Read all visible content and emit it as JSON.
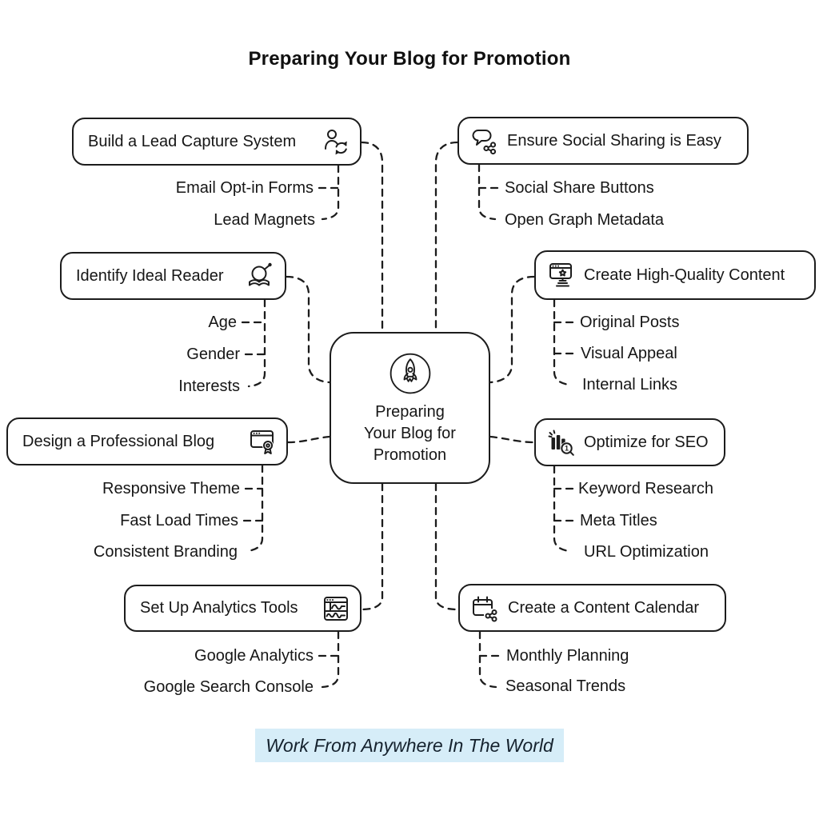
{
  "title": "Preparing Your Blog for Promotion",
  "center": {
    "icon": "rocket-icon",
    "lines": {
      "l1": "Preparing",
      "l2": "Your Blog for",
      "l3": "Promotion"
    }
  },
  "caption": {
    "text": "Work From Anywhere In The World",
    "highlight_color": "#d6edf8"
  },
  "colors": {
    "ink": "#1c1c1c",
    "background": "#ffffff"
  },
  "branches": [
    {
      "id": "lead-capture",
      "label": "Build a Lead Capture System",
      "icon": "user-sync-icon",
      "side": "left",
      "children": [
        "Email Opt-in Forms",
        "Lead Magnets"
      ]
    },
    {
      "id": "social-sharing",
      "label": "Ensure Social Sharing is Easy",
      "icon": "speech-share-icon",
      "side": "right",
      "children": [
        "Social Share Buttons",
        "Open Graph Metadata"
      ]
    },
    {
      "id": "ideal-reader",
      "label": "Identify Ideal Reader",
      "icon": "book-magnifier-icon",
      "side": "left",
      "children": [
        "Age",
        "Gender",
        "Interests"
      ]
    },
    {
      "id": "quality-content",
      "label": "Create High-Quality Content",
      "icon": "content-award-icon",
      "side": "right",
      "children": [
        "Original Posts",
        "Visual Appeal",
        "Internal Links"
      ]
    },
    {
      "id": "professional-blog",
      "label": "Design a Professional Blog",
      "icon": "browser-ribbon-icon",
      "side": "left",
      "children": [
        "Responsive Theme",
        "Fast Load Times",
        "Consistent Branding"
      ]
    },
    {
      "id": "seo",
      "label": "Optimize for SEO",
      "icon": "chart-magnifier-icon",
      "side": "right",
      "children": [
        "Keyword Research",
        "Meta Titles",
        "URL Optimization"
      ]
    },
    {
      "id": "analytics",
      "label": "Set Up Analytics Tools",
      "icon": "analytics-window-icon",
      "side": "left",
      "children": [
        "Google Analytics",
        "Google Search Console"
      ]
    },
    {
      "id": "content-calendar",
      "label": "Create a Content Calendar",
      "icon": "calendar-share-icon",
      "side": "right",
      "children": [
        "Monthly Planning",
        "Seasonal Trends"
      ]
    }
  ]
}
